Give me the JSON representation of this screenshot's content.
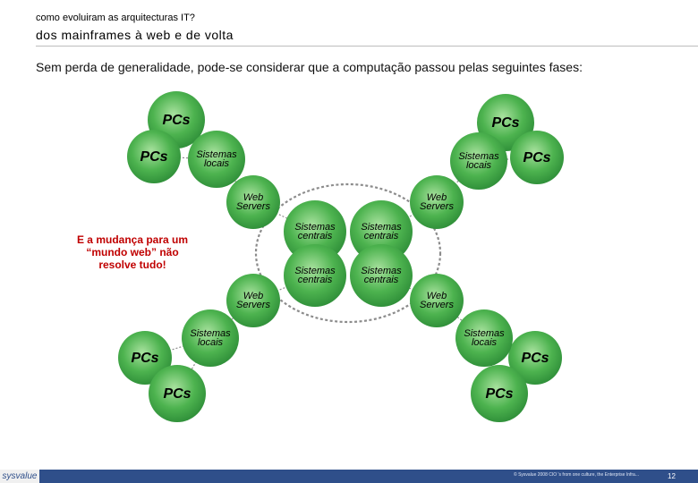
{
  "header": {
    "supertitle": "como evoluiram as arquitecturas IT?",
    "title": "dos mainframes à web e de volta"
  },
  "intro": "Sem perda de generalidade, pode-se considerar que a computação passou pelas seguintes fases:",
  "callout": [
    "E a mudança para um",
    "“mundo web” não",
    "resolve tudo!"
  ],
  "labels": {
    "pcs": "PCs",
    "sistemas_locais": [
      "Sistemas",
      "locais"
    ],
    "web_servers": [
      "Web",
      "Servers"
    ],
    "sistemas_centrais": [
      "Sistemas",
      "centrais"
    ]
  },
  "colors": {
    "node_fill": "#3aa24a",
    "node_fill_light": "#7fd07a",
    "node_text": "#000000",
    "callout_text": "#c00000",
    "ring": "#8c8c8c",
    "footer": "#2f4f8a"
  },
  "footer": {
    "logo": "sysvalue",
    "copyright": "© Sysvalue 2008 CIO 's from one culture, the Enterprise Infra...",
    "page_number": "12"
  }
}
